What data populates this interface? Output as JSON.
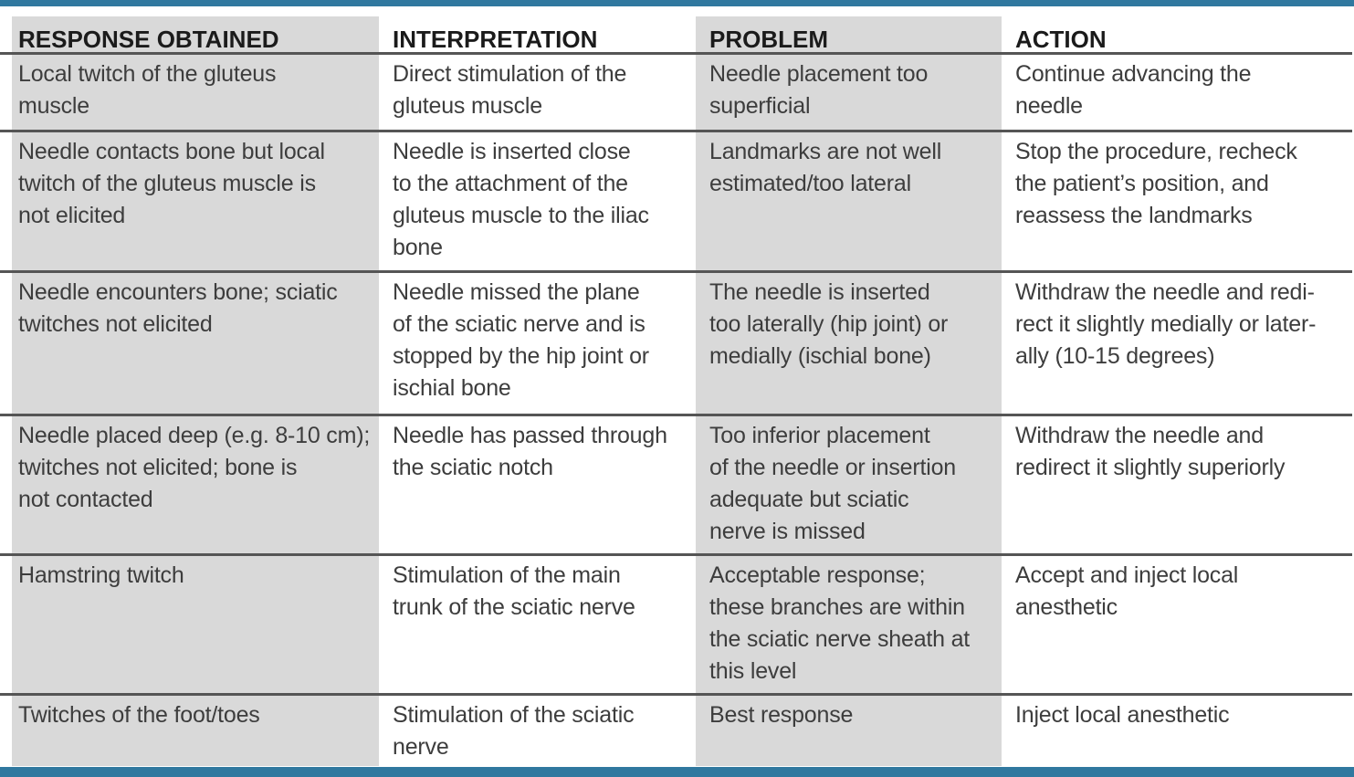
{
  "theme": {
    "accent_bar_color": "#30789f",
    "shaded_column_color": "#d9d9d9",
    "rule_color": "#555555",
    "body_text_color": "#3d3d3d",
    "header_text_color": "#1b1b1b"
  },
  "table": {
    "columns": [
      {
        "key": "response",
        "label": "RESPONSE OBTAINED"
      },
      {
        "key": "interpretation",
        "label": "INTERPRETATION"
      },
      {
        "key": "problem",
        "label": "PROBLEM"
      },
      {
        "key": "action",
        "label": "ACTION"
      }
    ],
    "rows": [
      {
        "response": "Local twitch of the gluteus\nmuscle",
        "interpretation": "Direct stimulation of the\ngluteus muscle",
        "problem": "Needle placement too\nsuperficial",
        "action": "Continue advancing the\nneedle"
      },
      {
        "response": "Needle contacts bone but local\ntwitch of the gluteus muscle is\nnot elicited",
        "interpretation": "Needle is inserted close\nto the attachment of the\ngluteus muscle to the iliac\nbone",
        "problem": "Landmarks are not well\nestimated/too lateral",
        "action": "Stop the procedure, recheck\nthe patient’s position, and\nreassess the landmarks"
      },
      {
        "response": "Needle encounters bone; sciatic\ntwitches not elicited",
        "interpretation": "Needle missed the plane\nof the sciatic nerve and is\nstopped by the hip joint or\nischial bone",
        "problem": "The needle is inserted\ntoo laterally (hip joint) or\nmedially (ischial bone)",
        "action": "Withdraw the needle and redi-\nrect it slightly medially or later-\nally (10-15 degrees)"
      },
      {
        "response": "Needle placed deep (e.g. 8-10 cm);\ntwitches not elicited; bone is\nnot contacted",
        "interpretation": "Needle has passed through\nthe sciatic notch",
        "problem": "Too inferior placement\nof the needle or insertion\nadequate but sciatic\nnerve is missed",
        "action": "Withdraw the needle and\nredirect it slightly superiorly"
      },
      {
        "response": "Hamstring twitch",
        "interpretation": "Stimulation of the main\ntrunk of the sciatic nerve",
        "problem": "Acceptable response;\nthese branches are within\nthe sciatic nerve sheath at\nthis level",
        "action": "Accept and inject local\nanesthetic"
      },
      {
        "response": "Twitches of the foot/toes",
        "interpretation": "Stimulation of the sciatic\nnerve",
        "problem": "Best response",
        "action": "Inject local anesthetic"
      }
    ]
  }
}
